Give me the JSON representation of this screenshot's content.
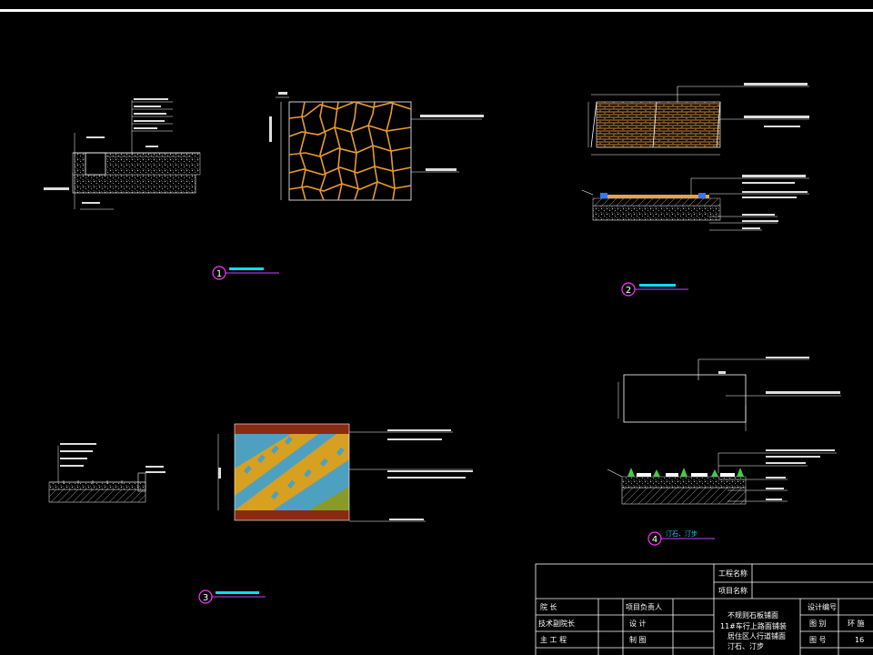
{
  "details": [
    {
      "number": "1"
    },
    {
      "number": "2"
    },
    {
      "number": "3"
    },
    {
      "number": "4",
      "title": "汀石、汀步"
    }
  ],
  "title_block": {
    "project_name_label": "工程名称",
    "item_name_label": "项目名称",
    "dean": "院    长",
    "deputy_dean": "技术副院长",
    "chief_engineer": "主 工 程",
    "project_leader": "项目负责人",
    "design": "设    计",
    "drafting": "制    图",
    "drawing_content": [
      "不规则石板铺面",
      "11#车行上路面铺装",
      "居住区人行道铺面",
      "汀石、汀步"
    ],
    "design_no_label": "设计编号",
    "drawing_category_label": "图    别",
    "drawing_category_value": "环  施",
    "drawing_no_label": "图    号",
    "drawing_no_value": "16"
  },
  "colors": {
    "background": "#000000",
    "stone": "#e89a2e",
    "paving_brown": "#a05a1a",
    "band_red": "#8b2a12",
    "band_blue": "#4ea0c0",
    "band_yellow": "#d8a020",
    "band_olive": "#8a9a28",
    "circle": "#ff33ff",
    "underline": "#cc44ff",
    "label_cyan": "#00e0ff",
    "plant": "#44cc44"
  }
}
